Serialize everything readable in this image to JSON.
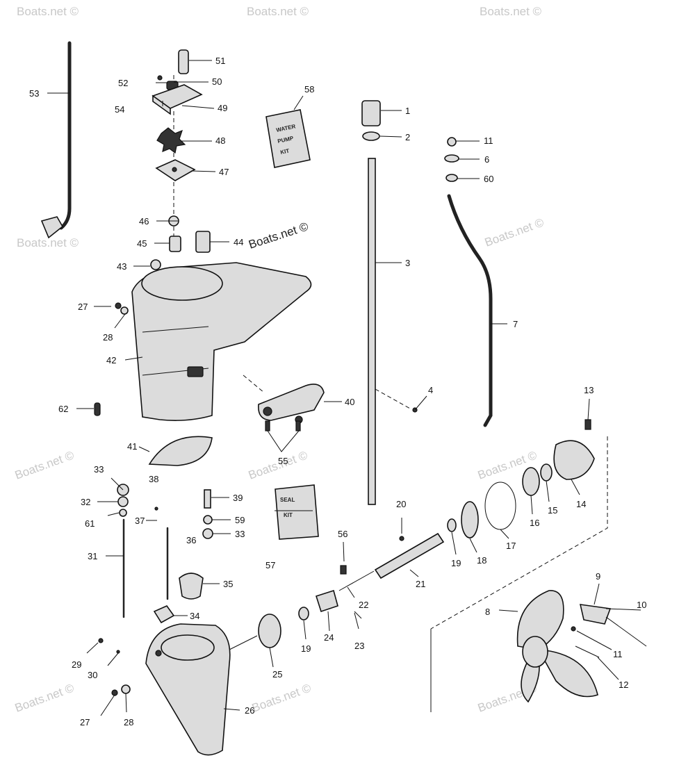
{
  "watermark": "Boats.net ©",
  "kits": {
    "water_pump": [
      "WATER",
      "PUMP",
      "KIT"
    ],
    "seal": [
      "SEAL",
      "KIT"
    ]
  },
  "labels": {
    "p1": "1",
    "p2": "2",
    "p3": "3",
    "p4": "4",
    "p6": "6",
    "p7": "7",
    "p8": "8",
    "p9": "9",
    "p10": "10",
    "p11a": "11",
    "p11b": "11",
    "p12": "12",
    "p13": "13",
    "p14": "14",
    "p15": "15",
    "p16": "16",
    "p17": "17",
    "p18": "18",
    "p19a": "19",
    "p19b": "19",
    "p20": "20",
    "p21": "21",
    "p22": "22",
    "p23": "23",
    "p24": "24",
    "p25": "25",
    "p26": "26",
    "p27a": "27",
    "p27b": "27",
    "p28a": "28",
    "p28b": "28",
    "p29": "29",
    "p30": "30",
    "p31": "31",
    "p32": "32",
    "p33a": "33",
    "p33b": "33",
    "p34": "34",
    "p35": "35",
    "p36": "36",
    "p37": "37",
    "p38": "38",
    "p39": "39",
    "p40": "40",
    "p41": "41",
    "p42": "42",
    "p43": "43",
    "p44": "44",
    "p45": "45",
    "p46": "46",
    "p47": "47",
    "p48": "48",
    "p49": "49",
    "p50": "50",
    "p51": "51",
    "p52": "52",
    "p53": "53",
    "p54": "54",
    "p55": "55",
    "p56": "56",
    "p57": "57",
    "p58": "58",
    "p59": "59",
    "p60": "60",
    "p61": "61",
    "p62": "62"
  }
}
